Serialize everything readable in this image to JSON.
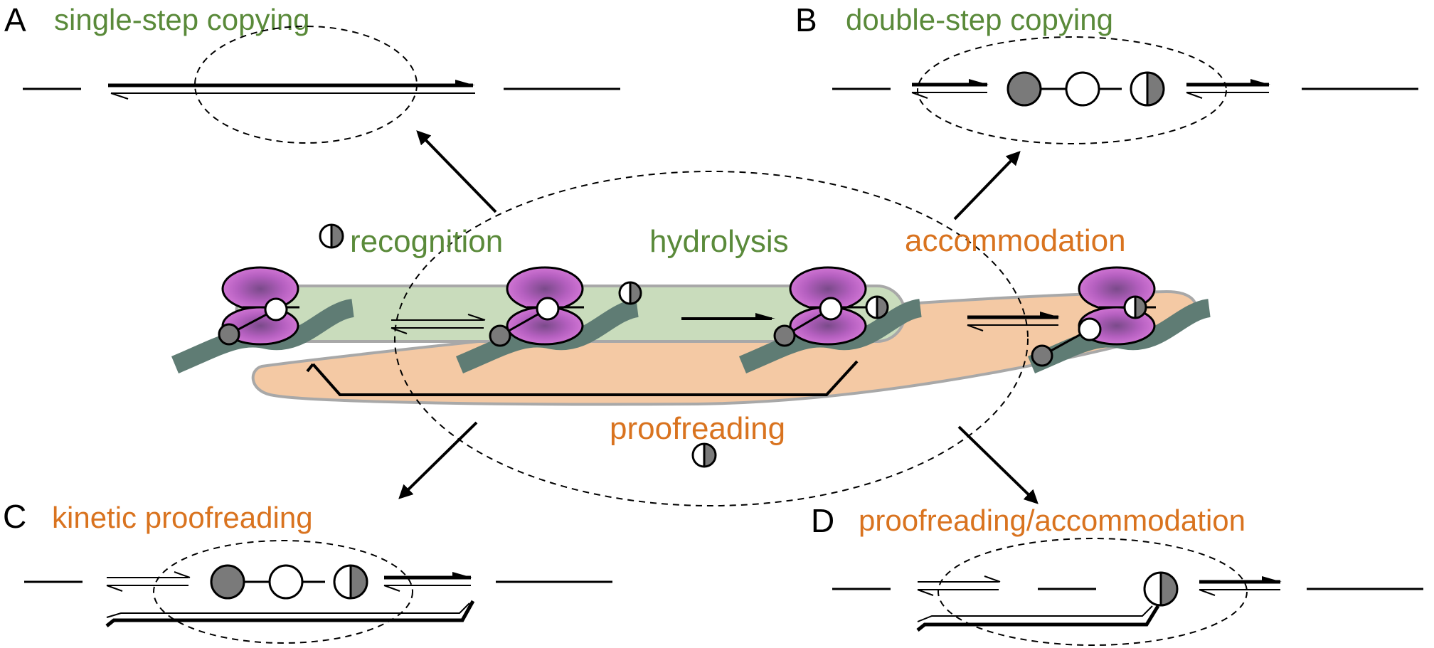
{
  "colors": {
    "green_text": "#5a8a3a",
    "orange_text": "#d9731f",
    "green_band": "#c9dcbc",
    "orange_band": "#f4c9a4",
    "ribosome": "#cc6fd1",
    "mrna": "#5f7c74",
    "filled_circle": "#7a7a7a"
  },
  "panels": {
    "a": {
      "letter": "A",
      "title": "single-step copying"
    },
    "b": {
      "letter": "B",
      "title": "double-step copying"
    },
    "c": {
      "letter": "C",
      "title": "kinetic proofreading"
    },
    "d": {
      "letter": "D",
      "title": "proofreading/accommodation"
    }
  },
  "center": {
    "recognition": "recognition",
    "hydrolysis": "hydrolysis",
    "accommodation": "accommodation",
    "proofreading": "proofreading"
  }
}
